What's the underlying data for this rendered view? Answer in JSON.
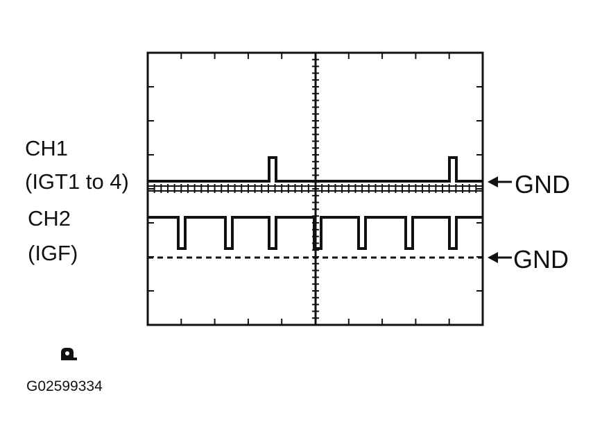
{
  "labels": {
    "ch1": "CH1",
    "ch1_signal": "(IGT1 to 4)",
    "ch2": "CH2",
    "ch2_signal": "(IGF)",
    "gnd_ch1": "GND",
    "gnd_ch2": "GND",
    "figure_code": "G02599334"
  },
  "icons": {
    "corner_symbol": "camera-icon"
  },
  "colors": {
    "trace": "#111111",
    "background": "#ffffff"
  }
}
